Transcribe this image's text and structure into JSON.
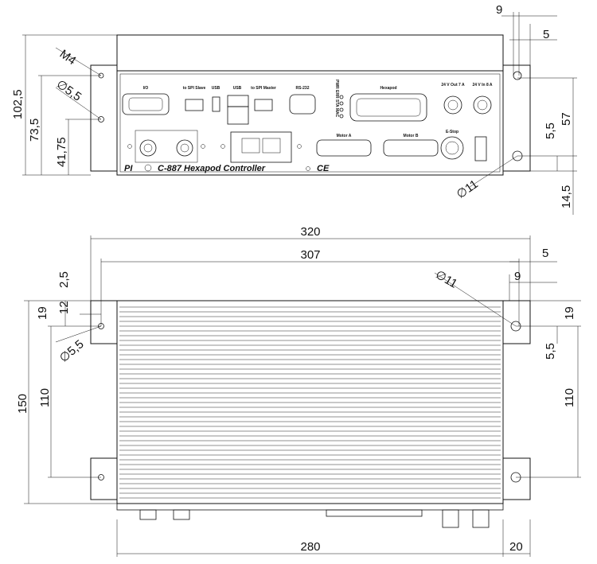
{
  "front_view": {
    "brand_logo": "PI",
    "model": "C-887 Hexapod Controller",
    "ce_mark": "CE",
    "port_labels": {
      "io": "I/O",
      "to_spi_slave": "to SPI Slave",
      "usb1": "USB",
      "usb2": "USB",
      "to_spi_master": "to SPI Master",
      "rs232": "RS-232",
      "leds": "PWR ERR STA MAC",
      "hexapod": "Hexapod",
      "out_24v": "24 V Out 7 A",
      "in_24v": "24 V In 8 A",
      "motor_a": "Motor A",
      "motor_b": "Motor B",
      "estop": "E-Stop"
    },
    "dims": {
      "d_9": "9",
      "d_5": "5",
      "m4": "M4",
      "dia_5_5": "∅5,5",
      "d_102_5": "102,5",
      "d_73_5": "73,5",
      "d_41_75": "41,75",
      "d_57": "57",
      "d_5_5": "5,5",
      "dia_11": "∅11",
      "d_14_5": "14,5"
    }
  },
  "top_view": {
    "dims": {
      "d_320": "320",
      "d_307": "307",
      "d_5": "5",
      "d_9": "9",
      "d_2_5": "2,5",
      "d_12": "12",
      "d_19_left": "19",
      "d_19_right": "19",
      "dia_11": "∅11",
      "dia_5_5": "∅5,5",
      "d_150": "150",
      "d_110_left": "110",
      "d_110_right": "110",
      "d_5_5": "5,5",
      "d_280": "280",
      "d_20": "20"
    }
  }
}
